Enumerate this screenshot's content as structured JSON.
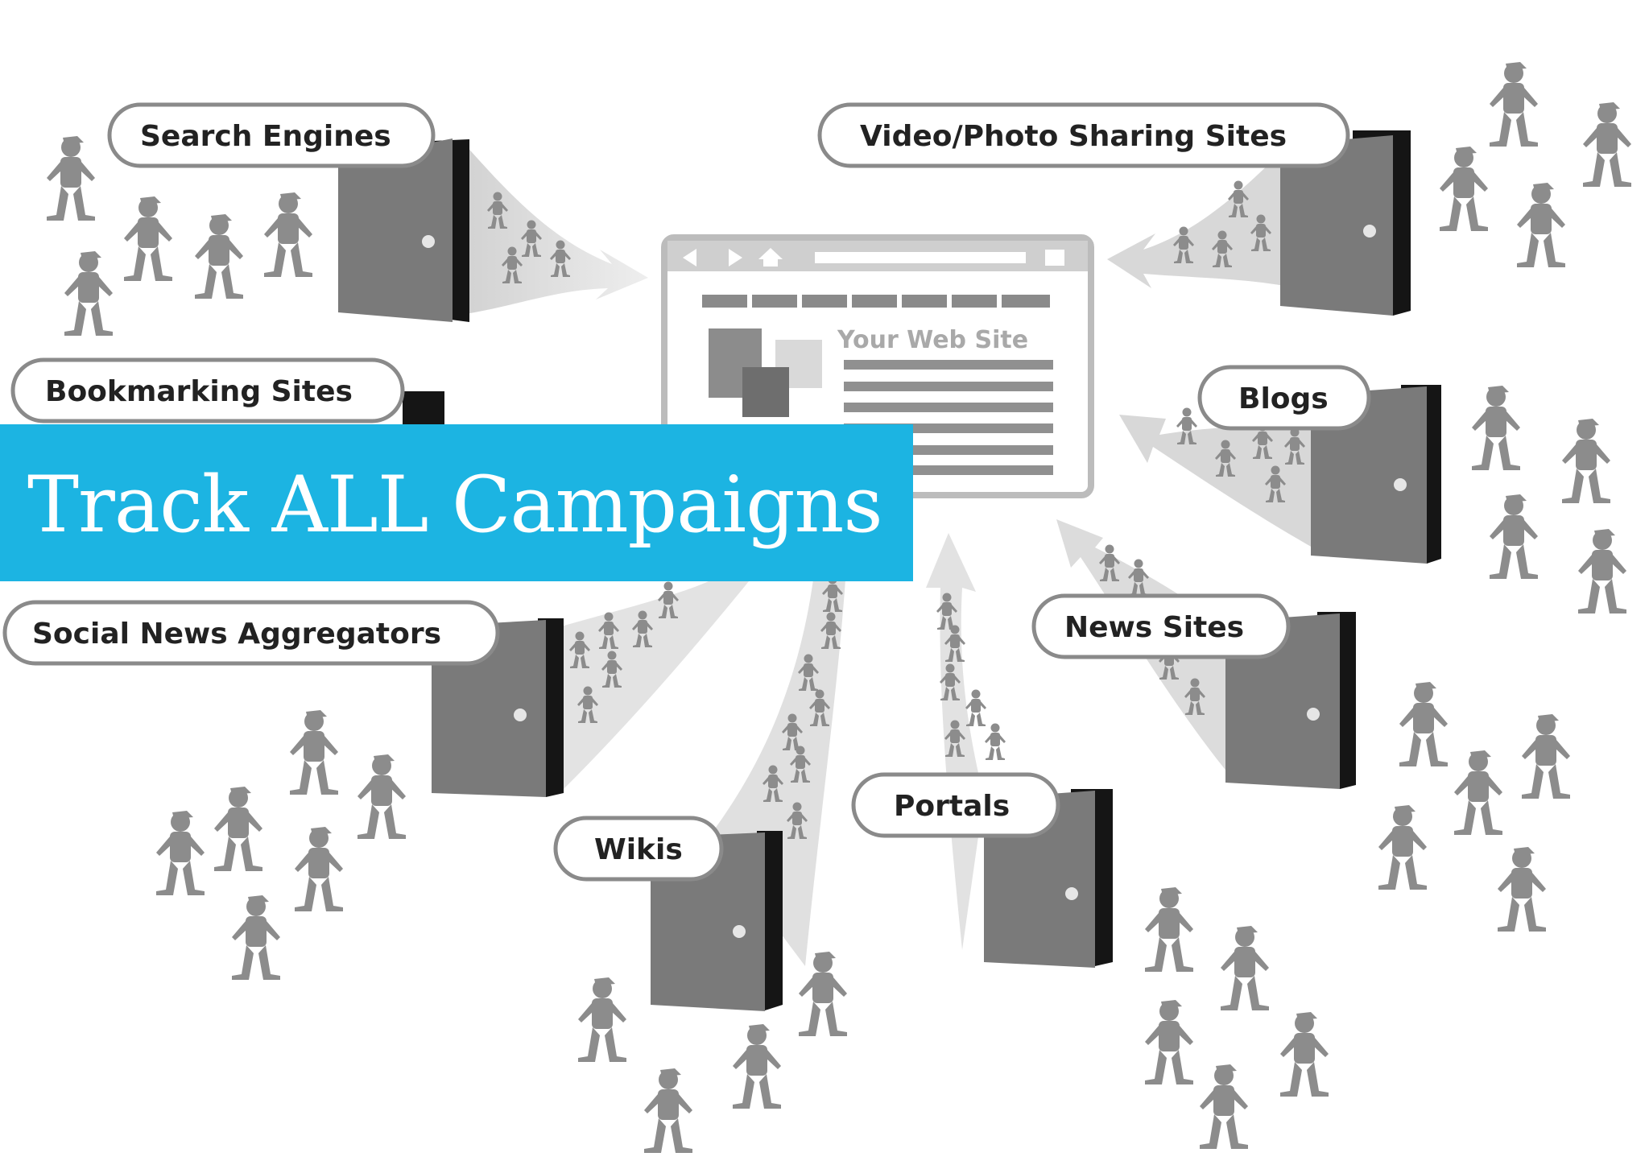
{
  "banner": {
    "title": "Track ALL Campaigns"
  },
  "website": {
    "title": "Your Web Site"
  },
  "sources": {
    "search_engines": "Search Engines",
    "video_photo": "Video/Photo Sharing Sites",
    "bookmarking": "Bookmarking Sites",
    "blogs": "Blogs",
    "social_news": "Social News Aggregators",
    "news_sites": "News Sites",
    "wikis": "Wikis",
    "portals": "Portals"
  },
  "colors": {
    "banner": "#1cb4e2",
    "figures": "#8c8c8c",
    "door": "#7a7a7a",
    "door_edge": "#151515"
  },
  "icons": [
    "person-icon",
    "door-icon",
    "back-arrow-icon",
    "forward-arrow-icon",
    "home-icon"
  ]
}
